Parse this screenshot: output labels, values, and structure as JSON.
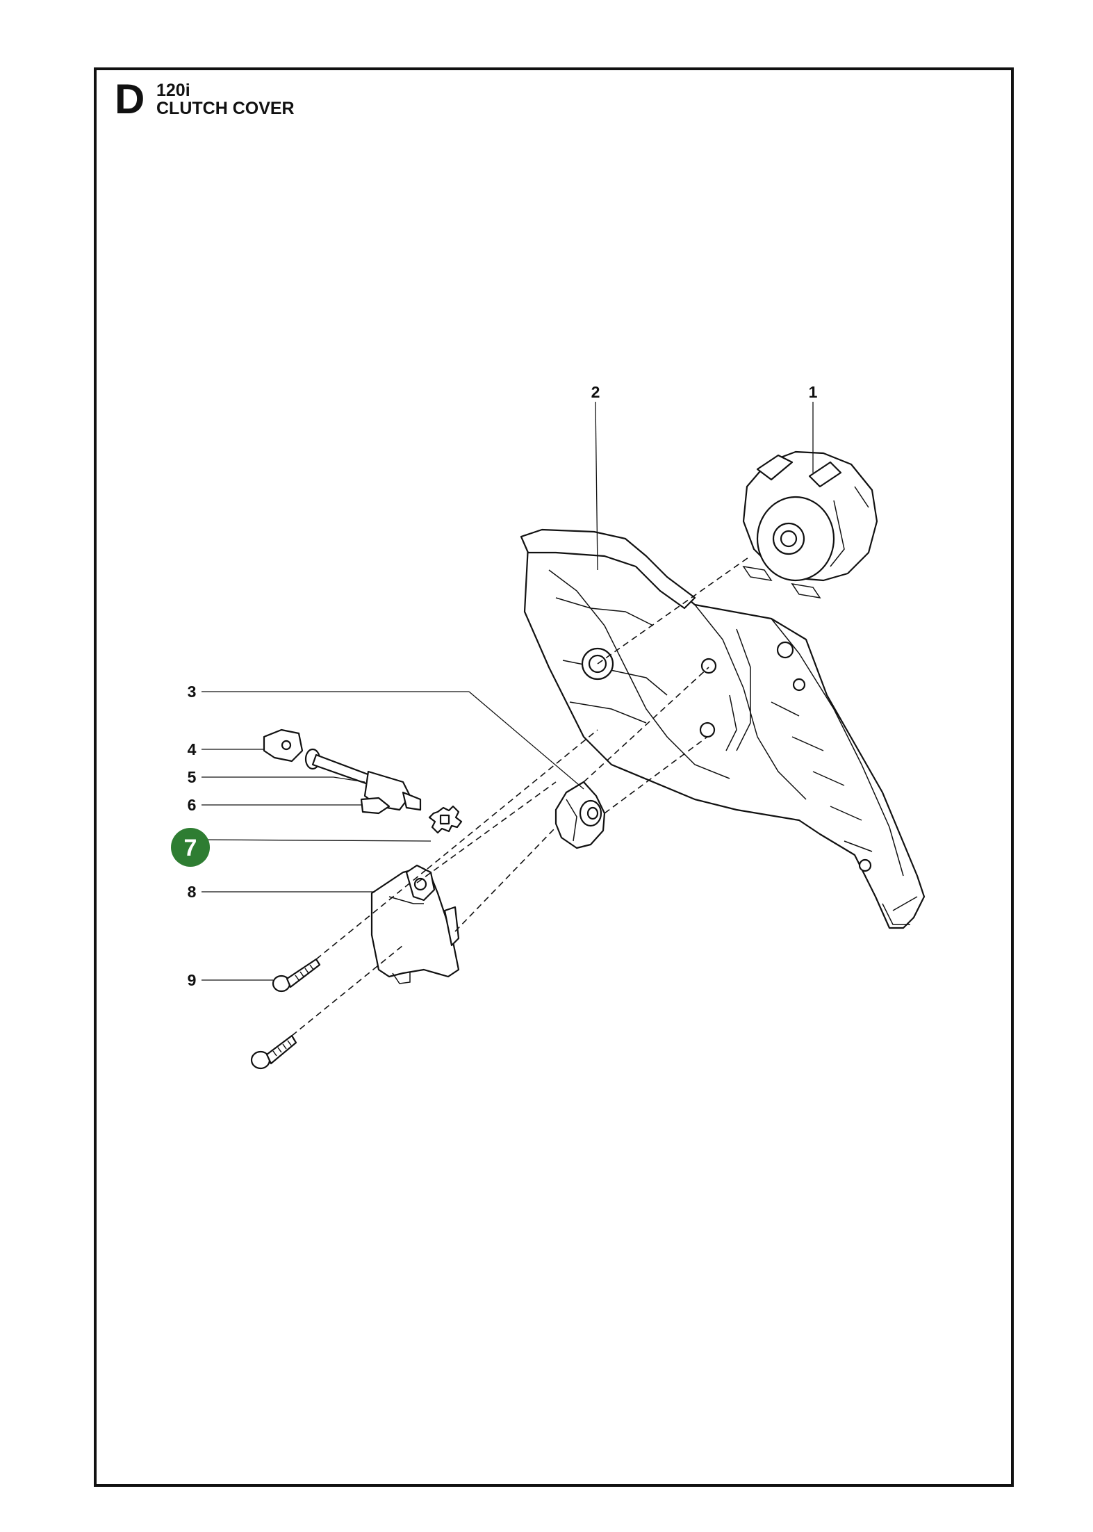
{
  "header": {
    "section_letter": "D",
    "model": "120i",
    "title": "CLUTCH COVER"
  },
  "callouts": [
    {
      "id": "1",
      "label": "1",
      "highlighted": false
    },
    {
      "id": "2",
      "label": "2",
      "highlighted": false
    },
    {
      "id": "3",
      "label": "3",
      "highlighted": false
    },
    {
      "id": "4",
      "label": "4",
      "highlighted": false
    },
    {
      "id": "5",
      "label": "5",
      "highlighted": false
    },
    {
      "id": "6",
      "label": "6",
      "highlighted": false
    },
    {
      "id": "7",
      "label": "7",
      "highlighted": true
    },
    {
      "id": "8",
      "label": "8",
      "highlighted": false
    },
    {
      "id": "9",
      "label": "9",
      "highlighted": false
    }
  ],
  "colors": {
    "line": "#111111",
    "highlight": "#2e7d32",
    "background": "#ffffff"
  }
}
